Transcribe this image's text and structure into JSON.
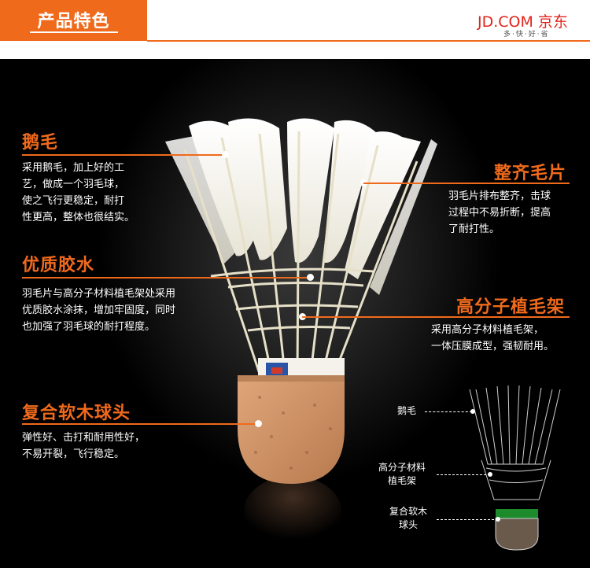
{
  "header": {
    "title": "产品特色",
    "logo": "JD.COM 京东",
    "slogan": "多·快·好·省"
  },
  "features": [
    {
      "heading": "鹅毛",
      "lines": [
        "采用鹅毛，加上好的工",
        "艺，做成一个羽毛球，",
        "使之飞行更稳定，耐打",
        "性更高，整体也很结实。"
      ]
    },
    {
      "heading": "整齐毛片",
      "lines": [
        "羽毛片排布整齐，击球",
        "过程中不易折断，提高",
        "了耐打性。"
      ]
    },
    {
      "heading": "优质胶水",
      "lines": [
        "羽毛片与高分子材料植毛架处采用",
        "优质胶水涂抹，增加牢固度，同时",
        "也加强了羽毛球的耐打程度。"
      ]
    },
    {
      "heading": "高分子植毛架",
      "lines": [
        "采用高分子材料植毛架，",
        "一体压膜成型，强韧耐用。"
      ]
    },
    {
      "heading": "复合软木球头",
      "lines": [
        "弹性好、击打和耐用性好，",
        "不易开裂，飞行稳定。"
      ]
    }
  ],
  "diagram": {
    "feather": "鹅毛",
    "frame": [
      "高分子材料",
      "植毛架"
    ],
    "cork": [
      "复合软木",
      "球头"
    ]
  },
  "colors": {
    "accent": "#f06a1c",
    "brand": "#e2231a",
    "background": "#000000"
  }
}
